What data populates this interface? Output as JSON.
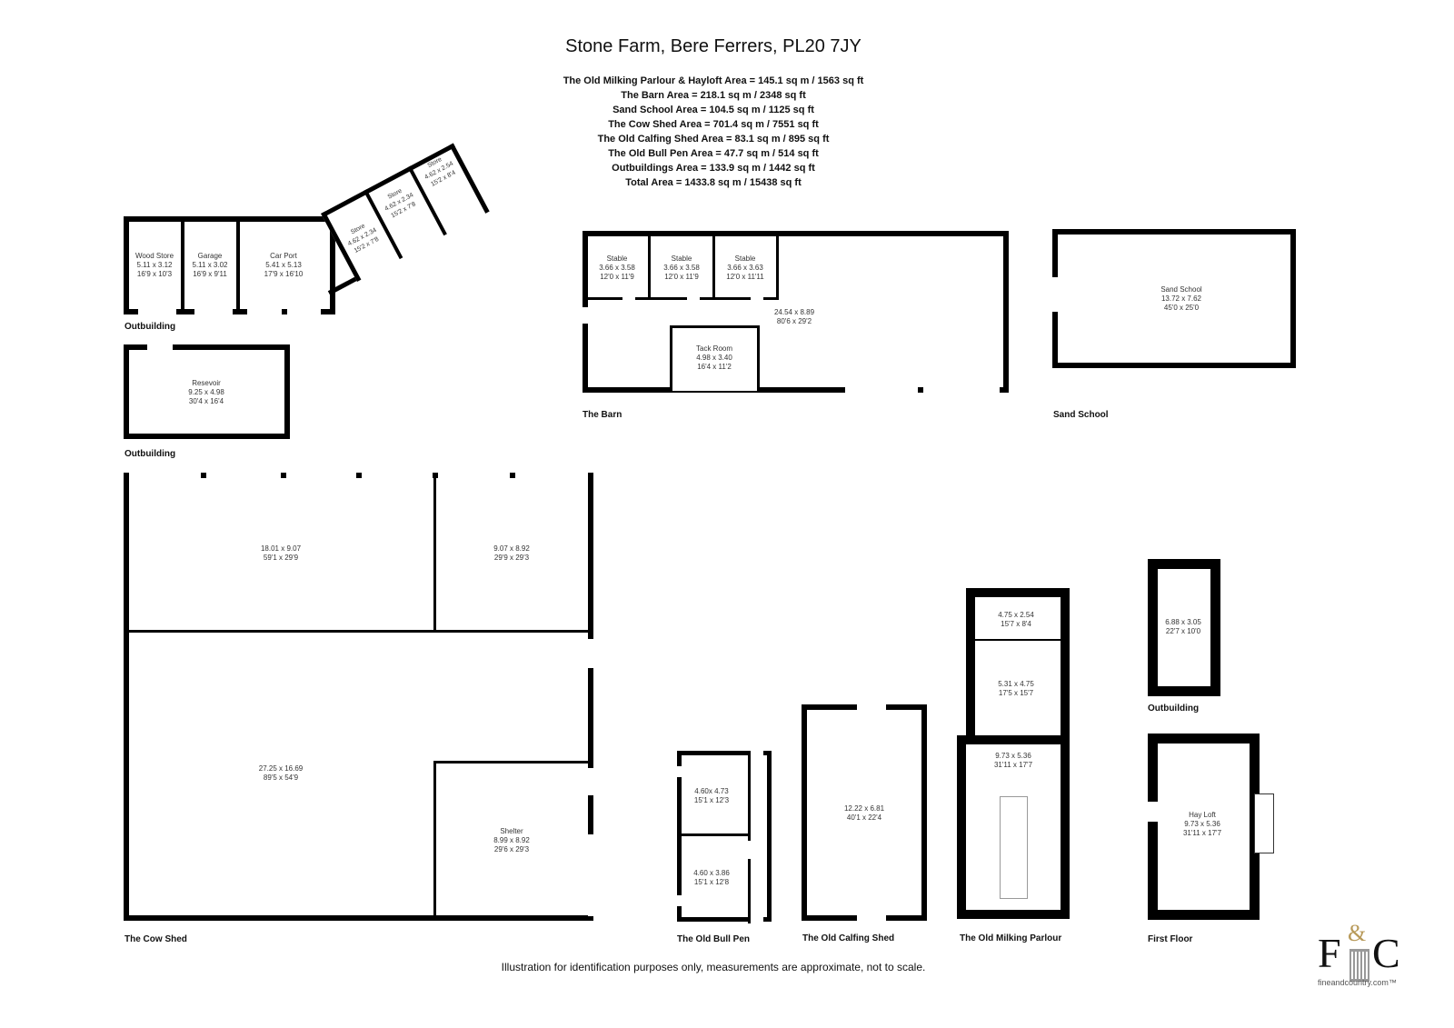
{
  "title": "Stone Farm, Bere Ferrers, PL20 7JY",
  "areas": [
    "The Old Milking Parlour & Hayloft Area = 145.1 sq m / 1563 sq ft",
    "The Barn Area = 218.1 sq m / 2348 sq ft",
    "Sand School Area = 104.5 sq m / 1125 sq ft",
    "The Cow Shed Area = 701.4 sq m / 7551 sq ft",
    "The Old Calfing Shed Area = 83.1 sq m / 895 sq ft",
    "The Old Bull Pen Area = 47.7 sq m / 514 sq ft",
    "Outbuildings Area = 133.9 sq m / 1442 sq ft",
    "Total Area = 1433.8 sq m / 15438 sq ft"
  ],
  "rooms": {
    "wood_store": [
      "Wood Store",
      "5.11 x 3.12",
      "16'9 x 10'3"
    ],
    "garage": [
      "Garage",
      "5.11 x 3.02",
      "16'9 x 9'11"
    ],
    "car_port": [
      "Car Port",
      "5.41 x 5.13",
      "17'9 x 16'10"
    ],
    "store1": [
      "Store",
      "4.62 x 2.34",
      "15'2 x 7'8"
    ],
    "store2": [
      "Store",
      "4.62 x 2.34",
      "15'2 x 7'8"
    ],
    "store3": [
      "Store",
      "4.62 x 2.54",
      "15'2 x 8'4"
    ],
    "reservoir": [
      "Resevoir",
      "9.25 x 4.98",
      "30'4 x 16'4"
    ],
    "stable1": [
      "Stable",
      "3.66 x 3.58",
      "12'0 x 11'9"
    ],
    "stable2": [
      "Stable",
      "3.66 x 3.58",
      "12'0 x 11'9"
    ],
    "stable3": [
      "Stable",
      "3.66 x 3.63",
      "12'0 x 11'11"
    ],
    "barn_main": [
      "24.54 x 8.89",
      "80'6 x 29'2"
    ],
    "tack_room": [
      "Tack Room",
      "4.98 x 3.40",
      "16'4 x 11'2"
    ],
    "sand_school": [
      "Sand School",
      "13.72 x 7.62",
      "45'0 x 25'0"
    ],
    "cow_a": [
      "18.01 x 9.07",
      "59'1 x 29'9"
    ],
    "cow_b": [
      "9.07 x 8.92",
      "29'9 x 29'3"
    ],
    "cow_main": [
      "27.25 x 16.69",
      "89'5 x 54'9"
    ],
    "shelter": [
      "Shelter",
      "8.99 x 8.92",
      "29'6 x 29'3"
    ],
    "bull1": [
      "4.60x 4.73",
      "15'1 x 12'3"
    ],
    "bull2": [
      "4.60 x 3.86",
      "15'1 x 12'8"
    ],
    "calfing": [
      "12.22 x 6.81",
      "40'1 x 22'4"
    ],
    "milk1": [
      "4.75 x 2.54",
      "15'7 x 8'4"
    ],
    "milk2": [
      "5.31 x 4.75",
      "17'5 x 15'7"
    ],
    "milk3": [
      "9.73 x 5.36",
      "31'11 x 17'7"
    ],
    "outb_small": [
      "6.88 x 3.05",
      "22'7 x 10'0"
    ],
    "hay_loft": [
      "Hay Loft",
      "9.73 x 5.36",
      "31'11 x 17'7"
    ]
  },
  "labels": {
    "outbuilding1": "Outbuilding",
    "outbuilding2": "Outbuilding",
    "barn": "The Barn",
    "sand_school": "Sand School",
    "cow_shed": "The Cow Shed",
    "bull_pen": "The Old Bull Pen",
    "calfing": "The Old Calfing Shed",
    "milking": "The Old Milking Parlour",
    "outbuilding3": "Outbuilding",
    "first_floor": "First Floor"
  },
  "footer": "Illustration for identification purposes only, measurements are approximate, not to scale.",
  "logo": {
    "text": "F&C",
    "site": "fineandcountry.com™"
  }
}
